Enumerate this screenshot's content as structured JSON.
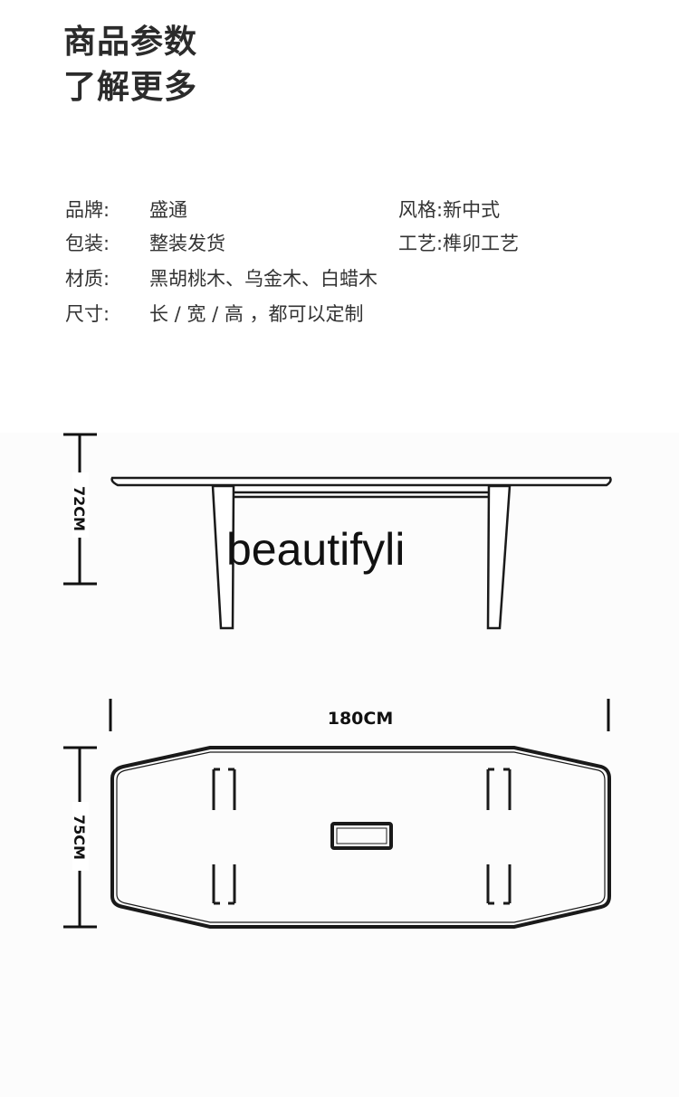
{
  "heading": {
    "line1": "商品参数",
    "line2": "了解更多"
  },
  "specs": {
    "brand_label": "品牌:",
    "brand_value": "盛通",
    "style": "风格:新中式",
    "packing_label": "包装:",
    "packing_value": "整装发货",
    "craft": "工艺:榫卯工艺",
    "material_label": "材质:",
    "material_value": "黑胡桃木、乌金木、白蜡木",
    "size_label": "尺寸:",
    "size_value": "长 / 宽 / 高 ，都可以定制"
  },
  "diagram": {
    "height_label": "72CM",
    "length_label": "180CM",
    "width_label": "75CM"
  },
  "watermark": "beautifyli"
}
